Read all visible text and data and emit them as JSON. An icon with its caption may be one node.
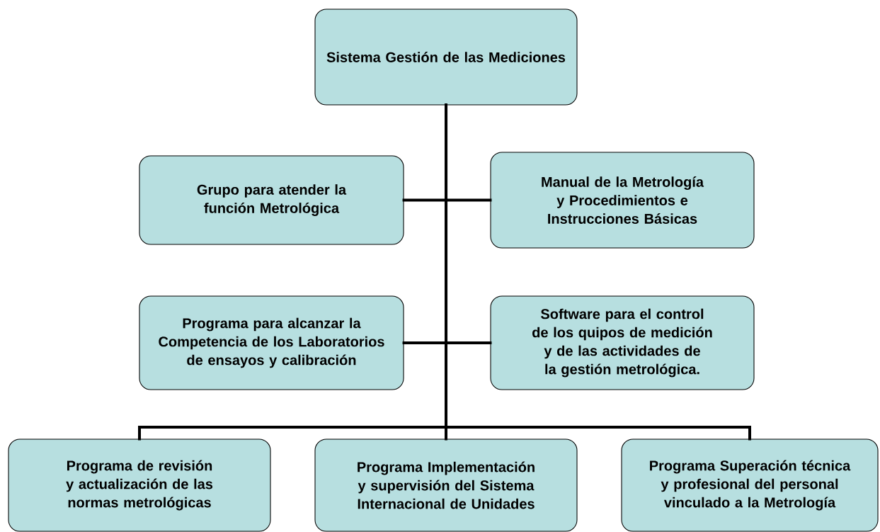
{
  "diagram": {
    "nodes": [
      {
        "text": [
          "Sistema Gestión de las Mediciones"
        ]
      },
      {
        "text": [
          "Grupo para atender la función Metrológica"
        ]
      },
      {
        "text": [
          "Manual de la Metrología y Procedimientos e Instrucciones Básicas"
        ]
      },
      {
        "text": [
          "Programa para alcanzar la Competencia de los Laboratorios de ensayos y calibración"
        ]
      },
      {
        "text": [
          "Software para el control de los quipos de medición y de las actividades de la gestión metrológica."
        ]
      },
      {
        "text": [
          "Programa de revisión y actualización de las normas metrológicas"
        ]
      },
      {
        "text": [
          "Programa Implementación y supervisión del Sistema Internacional de Unidades"
        ]
      },
      {
        "text": [
          "Programa Superación técnica y profesional del personal vinculado a la Metrología"
        ]
      }
    ],
    "edges": [
      {
        "from": 0,
        "to": 1,
        "arrow": "none"
      },
      {
        "from": 0,
        "to": 2,
        "arrow": "none"
      },
      {
        "from": 0,
        "to": 3,
        "arrow": "none"
      },
      {
        "from": 0,
        "to": 4,
        "arrow": "none"
      },
      {
        "from": 0,
        "to": 5,
        "arrow": "none"
      },
      {
        "from": 0,
        "to": 6,
        "arrow": "none"
      },
      {
        "from": 0,
        "to": 7,
        "arrow": "none"
      }
    ]
  }
}
